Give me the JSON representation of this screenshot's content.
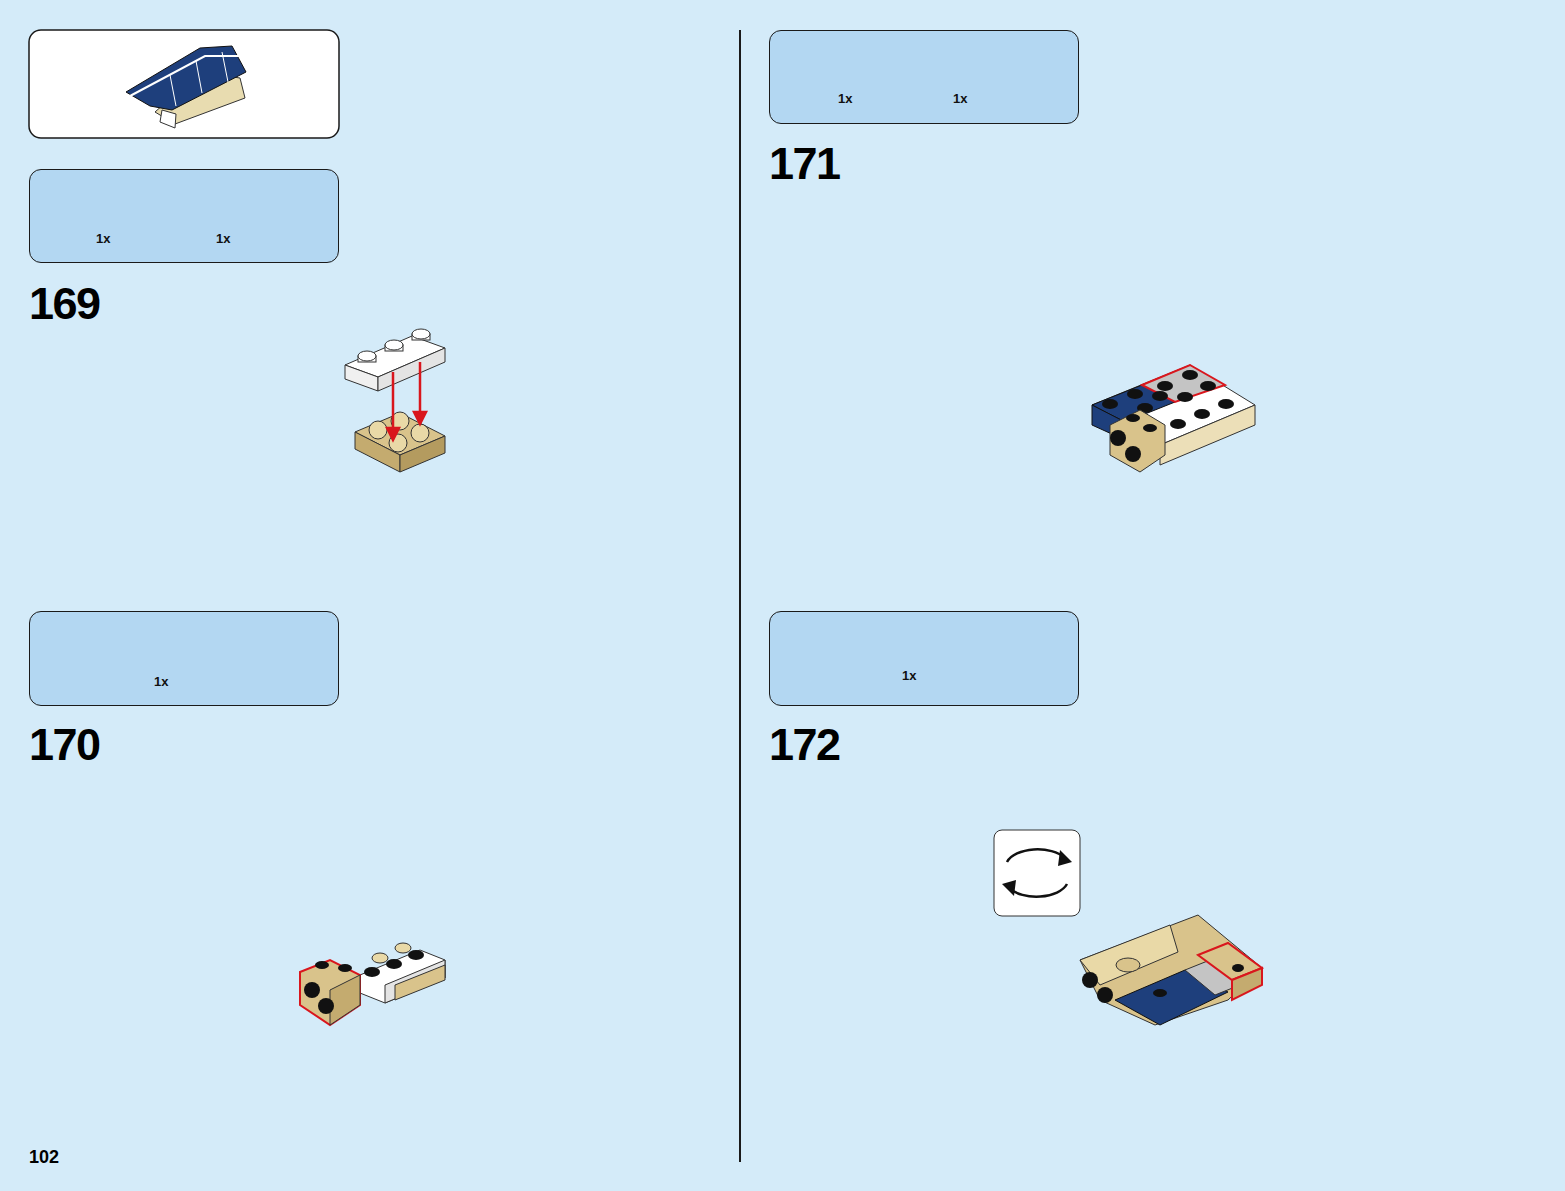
{
  "diagram": {
    "nodes": [
      {
        "text": [
          "1x",
          "1x"
        ]
      },
      {
        "text": [
          "1x"
        ]
      },
      {
        "text": [
          "1x",
          "1x"
        ]
      },
      {
        "text": [
          "1x"
        ]
      }
    ],
    "labels": [
      "169",
      "170",
      "171",
      "172",
      "102"
    ]
  }
}
